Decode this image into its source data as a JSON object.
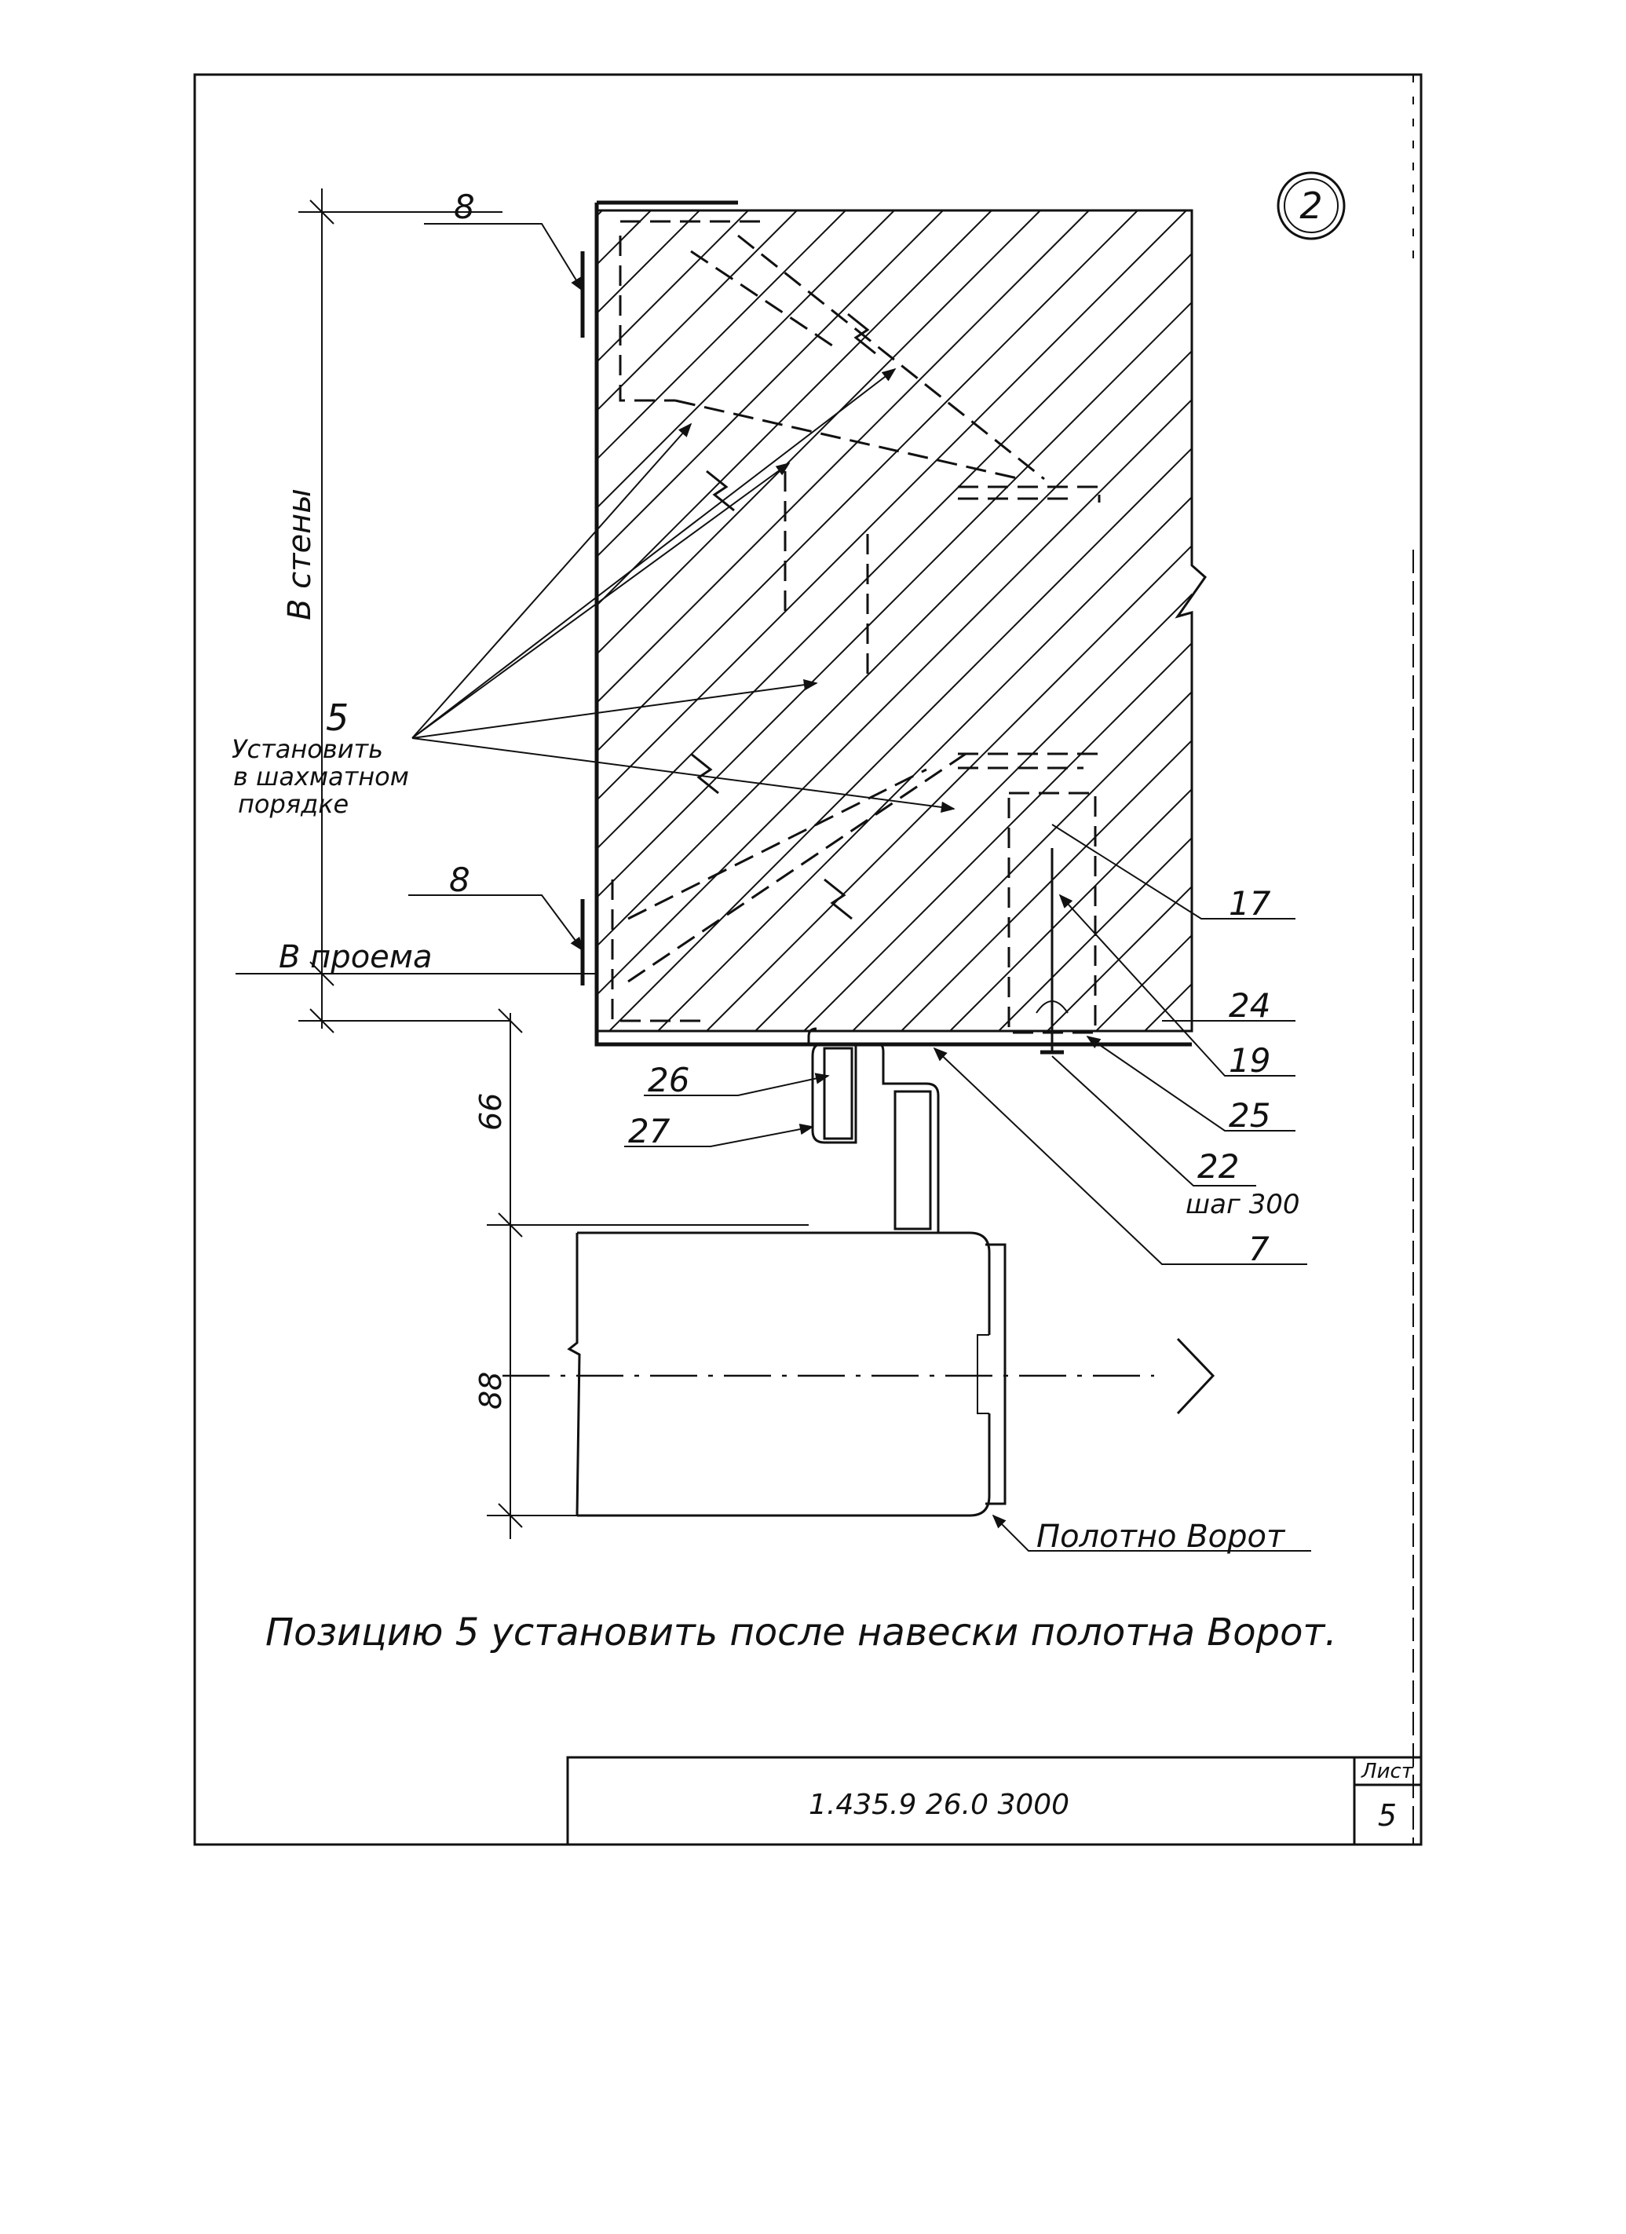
{
  "callouts": {
    "sheet_circle": "2",
    "pos_8_top": "8",
    "pos_8_bottom": "8",
    "pos_5": "5",
    "pos_5_note_1": "Установить",
    "pos_5_note_2": "в шахматном",
    "pos_5_note_3": "порядке",
    "pos_17": "17",
    "pos_24": "24",
    "pos_19": "19",
    "pos_25": "25",
    "pos_22": "22",
    "pos_22_note": "шаг 300",
    "pos_26": "26",
    "pos_27": "27",
    "pos_7": "7",
    "gate_leaf": "Полотно Ворот"
  },
  "dimensions": {
    "wall_label": "В стены",
    "opening_label": "В проема",
    "dim_66": "66",
    "dim_88": "88"
  },
  "note": "Позицию 5 установить после навески полотна Ворот.",
  "title_block": {
    "designation": "1.435.9 26.0 3000",
    "sheet_label": "Лист",
    "sheet_number": "5"
  }
}
